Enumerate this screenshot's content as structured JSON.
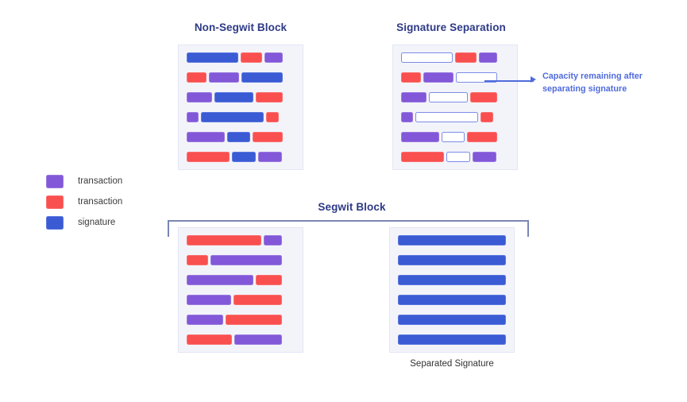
{
  "blocks": {
    "non_segwit": {
      "title": "Non-Segwit Block",
      "rows": [
        [
          {
            "type": "blue",
            "w": 52
          },
          {
            "type": "red",
            "w": 21
          },
          {
            "type": "purple",
            "w": 17
          }
        ],
        [
          {
            "type": "red",
            "w": 19
          },
          {
            "type": "purple",
            "w": 30
          },
          {
            "type": "blue",
            "w": 41
          }
        ],
        [
          {
            "type": "purple",
            "w": 25
          },
          {
            "type": "blue",
            "w": 39
          },
          {
            "type": "red",
            "w": 26
          }
        ],
        [
          {
            "type": "purple",
            "w": 11
          },
          {
            "type": "blue",
            "w": 63
          },
          {
            "type": "red",
            "w": 12
          }
        ],
        [
          {
            "type": "purple",
            "w": 38
          },
          {
            "type": "blue",
            "w": 22
          },
          {
            "type": "red",
            "w": 30
          }
        ],
        [
          {
            "type": "red",
            "w": 43
          },
          {
            "type": "blue",
            "w": 23
          },
          {
            "type": "purple",
            "w": 23
          }
        ]
      ]
    },
    "signature_separation": {
      "title": "Signature Separation",
      "rows": [
        [
          {
            "type": "hollow",
            "w": 52
          },
          {
            "type": "red",
            "w": 21
          },
          {
            "type": "purple",
            "w": 17
          }
        ],
        [
          {
            "type": "red",
            "w": 19
          },
          {
            "type": "purple",
            "w": 30
          },
          {
            "type": "hollow",
            "w": 41
          }
        ],
        [
          {
            "type": "purple",
            "w": 25
          },
          {
            "type": "hollow",
            "w": 39
          },
          {
            "type": "red",
            "w": 26
          }
        ],
        [
          {
            "type": "purple",
            "w": 11
          },
          {
            "type": "hollow",
            "w": 63
          },
          {
            "type": "red",
            "w": 12
          }
        ],
        [
          {
            "type": "purple",
            "w": 38
          },
          {
            "type": "hollow",
            "w": 22
          },
          {
            "type": "red",
            "w": 30
          }
        ],
        [
          {
            "type": "red",
            "w": 43
          },
          {
            "type": "hollow",
            "w": 23
          },
          {
            "type": "purple",
            "w": 23
          }
        ]
      ]
    },
    "segwit_transactions": {
      "title": "Segwit Block",
      "rows": [
        [
          {
            "type": "red",
            "w": 73
          },
          {
            "type": "purple",
            "w": 17
          }
        ],
        [
          {
            "type": "red",
            "w": 20
          },
          {
            "type": "purple",
            "w": 70
          }
        ],
        [
          {
            "type": "purple",
            "w": 65
          },
          {
            "type": "red",
            "w": 25
          }
        ],
        [
          {
            "type": "purple",
            "w": 43
          },
          {
            "type": "red",
            "w": 47
          }
        ],
        [
          {
            "type": "purple",
            "w": 35
          },
          {
            "type": "red",
            "w": 55
          }
        ],
        [
          {
            "type": "red",
            "w": 44
          },
          {
            "type": "purple",
            "w": 46
          }
        ]
      ]
    },
    "separated_signature": {
      "caption": "Separated Signature",
      "rows": [
        [
          {
            "type": "blue",
            "w": 100
          }
        ],
        [
          {
            "type": "blue",
            "w": 100
          }
        ],
        [
          {
            "type": "blue",
            "w": 100
          }
        ],
        [
          {
            "type": "blue",
            "w": 100
          }
        ],
        [
          {
            "type": "blue",
            "w": 100
          }
        ],
        [
          {
            "type": "blue",
            "w": 100
          }
        ]
      ]
    }
  },
  "legend": {
    "items": [
      {
        "color_name": "purple",
        "color": "#8258d8",
        "label": "transaction"
      },
      {
        "color_name": "red",
        "color": "#f9504f",
        "label": "transaction"
      },
      {
        "color_name": "blue",
        "color": "#3b5bd4",
        "label": "signature"
      }
    ]
  },
  "annotation": {
    "text": "Capacity remaining after separating signature",
    "color": "#4f6bdc"
  },
  "colors": {
    "transaction_purple": "#8258d8",
    "transaction_red": "#f9504f",
    "signature_blue": "#3b5bd4",
    "panel_bg": "#f3f4fa",
    "title_navy": "#2e3a87",
    "bracket": "#7b86b5"
  }
}
